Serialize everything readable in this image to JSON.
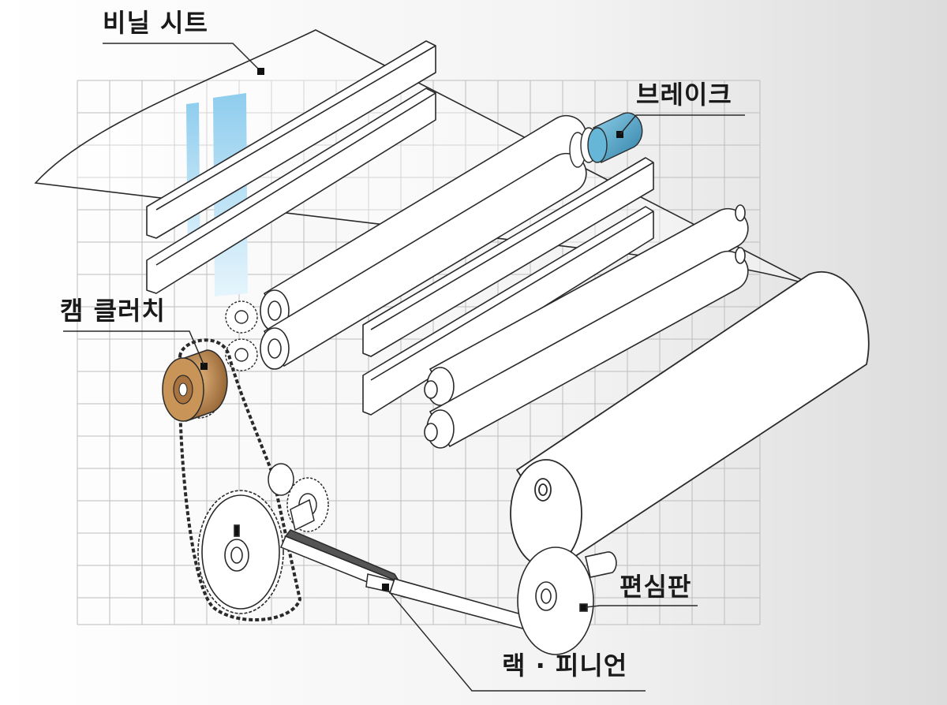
{
  "labels": {
    "vinyl_sheet": "비닐 시트",
    "brake": "브레이크",
    "cam_clutch": "캠 클러치",
    "eccentric_plate": "편심판",
    "rack_pinion": "랙 · 피니언"
  },
  "colors": {
    "background": "#ffffff",
    "grid": "#bdbdbd",
    "outline": "#2a2a2a",
    "brake": "#4ba3c7",
    "cam_clutch": "#b9834a",
    "sheet_strip": "#9fd4f2"
  }
}
